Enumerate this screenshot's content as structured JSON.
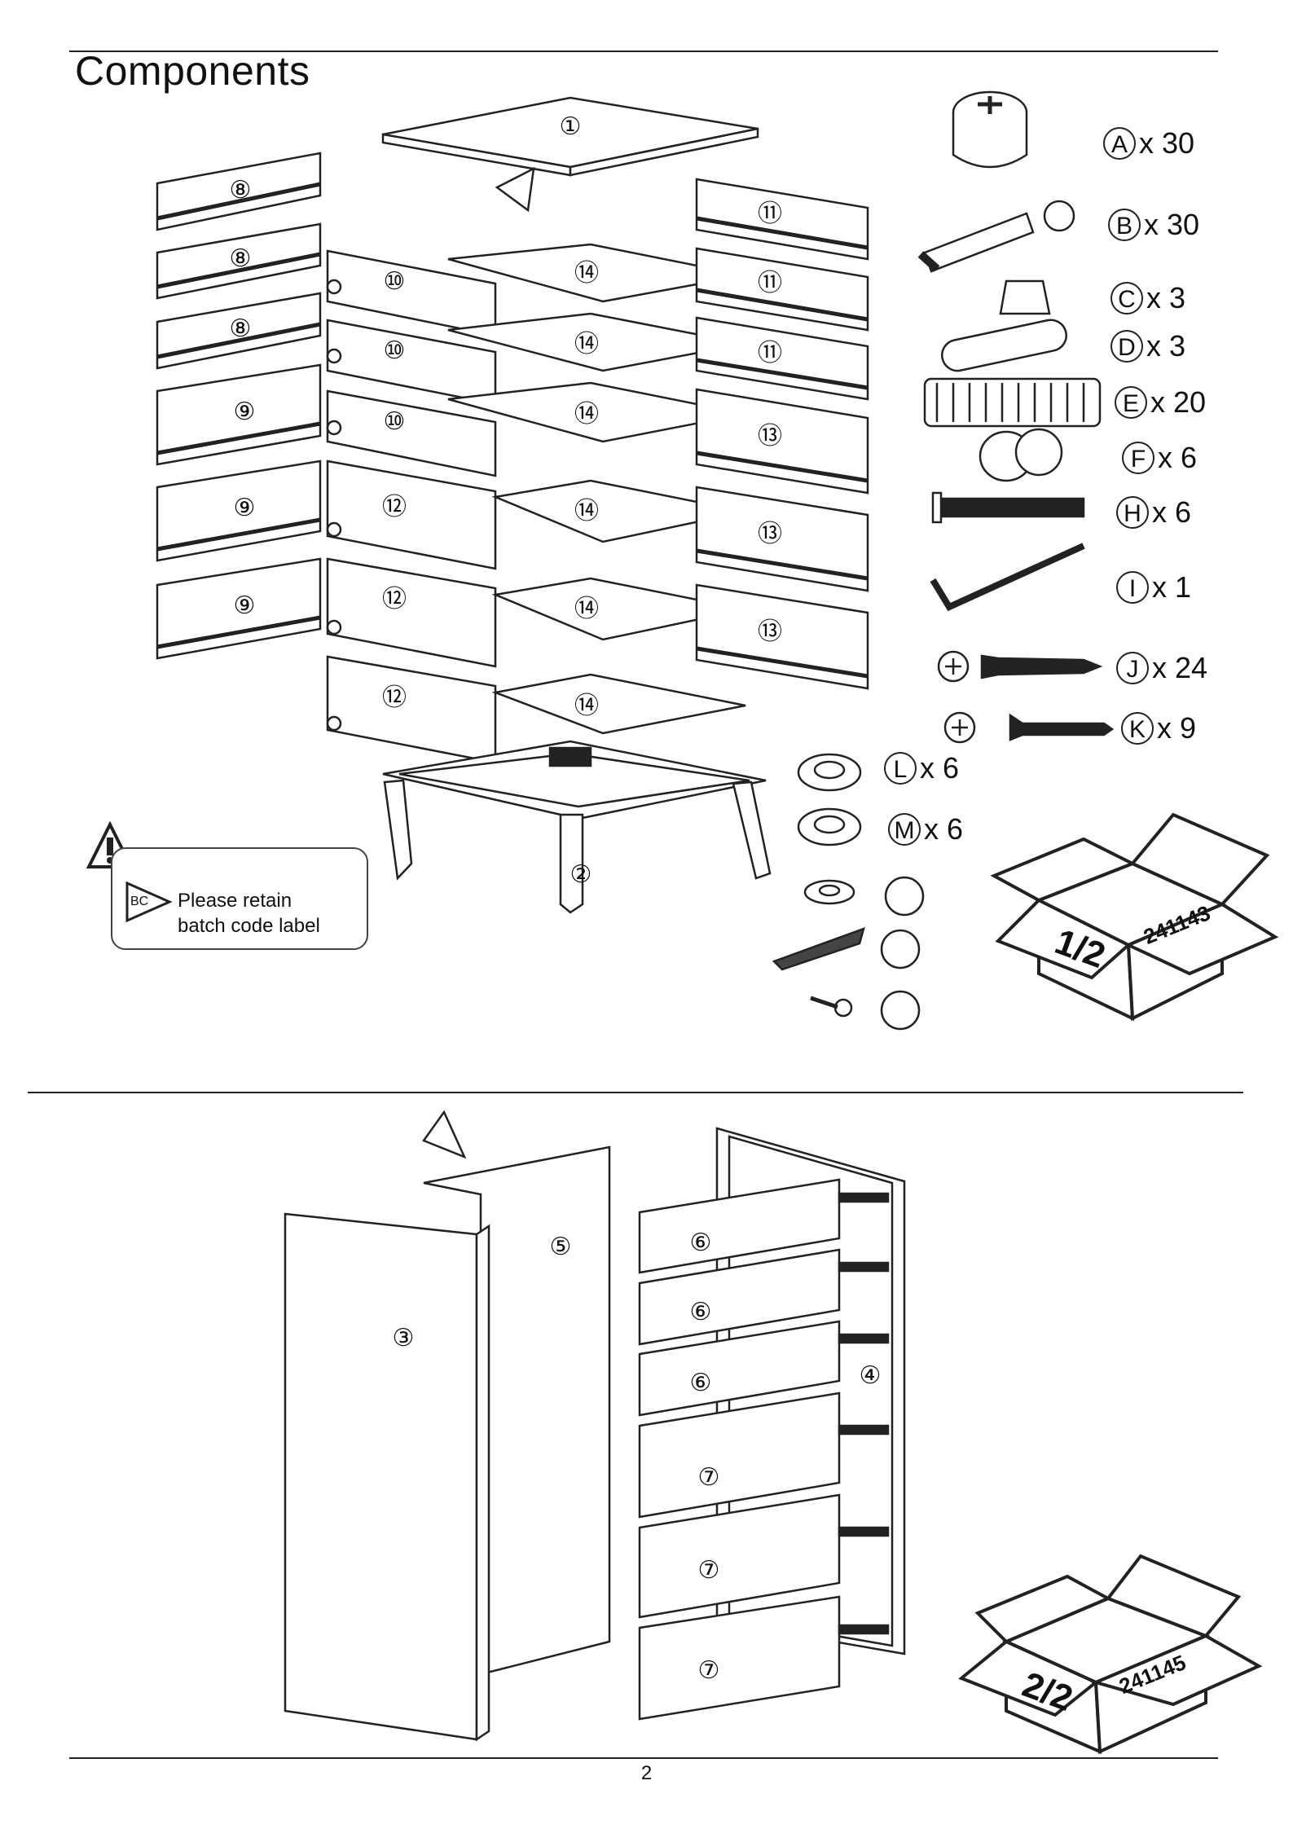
{
  "page": {
    "title": "Components",
    "page_number": "2"
  },
  "parts": {
    "p1": "①",
    "p2": "②",
    "p3": "③",
    "p4": "④",
    "p5": "⑤",
    "p6": "⑥",
    "p7": "⑦",
    "p8": "⑧",
    "p9": "⑨",
    "p10": "⑩",
    "p11": "⑪",
    "p12": "⑫",
    "p13": "⑬",
    "p14": "⑭"
  },
  "hardware": [
    {
      "letter": "A",
      "qty": "x 30"
    },
    {
      "letter": "B",
      "qty": "x 30"
    },
    {
      "letter": "C",
      "qty": "x 3"
    },
    {
      "letter": "D",
      "qty": "x 3"
    },
    {
      "letter": "E",
      "qty": "x 20"
    },
    {
      "letter": "F",
      "qty": "x 6"
    },
    {
      "letter": "H",
      "qty": "x 6"
    },
    {
      "letter": "I",
      "qty": "x 1"
    },
    {
      "letter": "J",
      "qty": "x 24"
    },
    {
      "letter": "K",
      "qty": "x 9"
    },
    {
      "letter": "L",
      "qty": "x 6"
    },
    {
      "letter": "M",
      "qty": "x 6"
    }
  ],
  "batch_note": {
    "badge": "BC",
    "line1": "Please retain",
    "line2": "batch code label"
  },
  "boxes": [
    {
      "fraction": "1/2",
      "code": "241143"
    },
    {
      "fraction": "2/2",
      "code": "241145"
    }
  ]
}
